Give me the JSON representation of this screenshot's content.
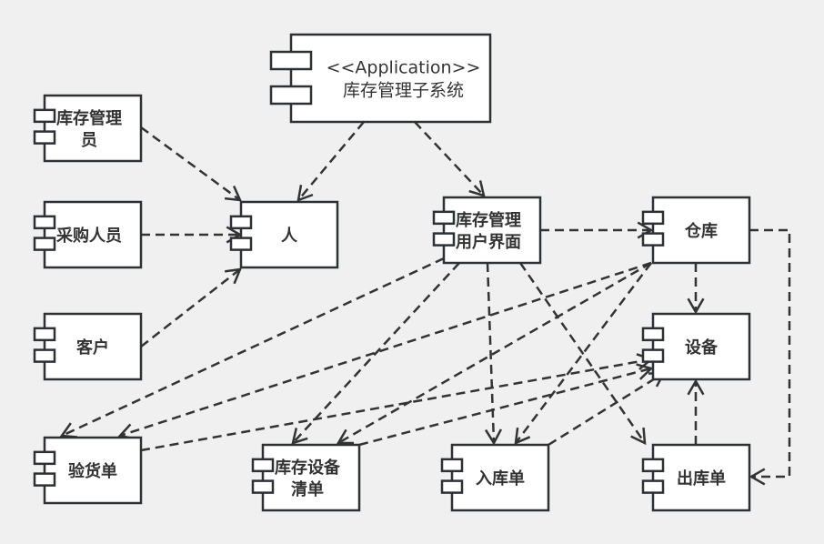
{
  "diagram": {
    "type": "UML component diagram",
    "colors": {
      "background": "#f0f0f0",
      "component_fill": "#ffffff",
      "stroke": "#2c3136",
      "text": "#333333"
    },
    "components": [
      {
        "id": "app",
        "lines": [
          "<<Application>>",
          "库存管理子系统"
        ],
        "style": "light"
      },
      {
        "id": "kcgly",
        "lines": [
          "库存管理",
          "员"
        ]
      },
      {
        "id": "cgry",
        "lines": [
          "采购人员"
        ]
      },
      {
        "id": "kh",
        "lines": [
          "客户"
        ]
      },
      {
        "id": "ren",
        "lines": [
          "人"
        ]
      },
      {
        "id": "ui",
        "lines": [
          "库存管理",
          "用户界面"
        ]
      },
      {
        "id": "ck",
        "lines": [
          "仓库"
        ]
      },
      {
        "id": "sb",
        "lines": [
          "设备"
        ]
      },
      {
        "id": "yhd",
        "lines": [
          "验货单"
        ]
      },
      {
        "id": "kcsbqd",
        "lines": [
          "库存设备",
          "清单"
        ]
      },
      {
        "id": "rkd",
        "lines": [
          "入库单"
        ]
      },
      {
        "id": "ckd",
        "lines": [
          "出库单"
        ]
      }
    ],
    "dependencies": [
      {
        "from": "app",
        "to": "ren"
      },
      {
        "from": "app",
        "to": "ui"
      },
      {
        "from": "kcgly",
        "to": "ren"
      },
      {
        "from": "cgry",
        "to": "ren"
      },
      {
        "from": "kh",
        "to": "ren"
      },
      {
        "from": "ui",
        "to": "ck"
      },
      {
        "from": "ui",
        "to": "yhd"
      },
      {
        "from": "ui",
        "to": "kcsbqd"
      },
      {
        "from": "ui",
        "to": "rkd"
      },
      {
        "from": "ui",
        "to": "ckd"
      },
      {
        "from": "ck",
        "to": "sb"
      },
      {
        "from": "ck",
        "to": "ckd"
      },
      {
        "from": "ck",
        "to": "yhd"
      },
      {
        "from": "ck",
        "to": "kcsbqd"
      },
      {
        "from": "ck",
        "to": "rkd"
      },
      {
        "from": "yhd",
        "to": "sb"
      },
      {
        "from": "kcsbqd",
        "to": "sb"
      },
      {
        "from": "rkd",
        "to": "sb"
      },
      {
        "from": "ckd",
        "to": "sb"
      }
    ]
  }
}
